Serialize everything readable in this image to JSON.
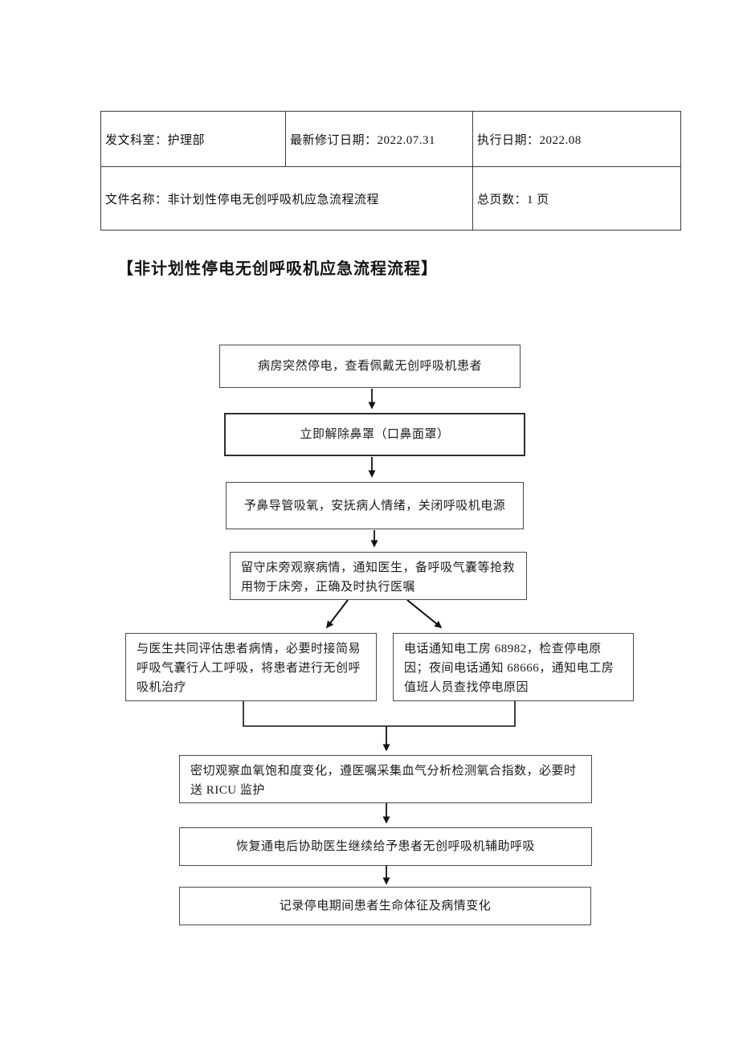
{
  "header_table": {
    "issuing_dept": "发文科室：护理部",
    "revision_date": "最新修订日期：2022.07.31",
    "execution_date": "执行日期：2022.08",
    "file_name": "文件名称：非计划性停电无创呼吸机应急流程流程",
    "total_pages": "总页数：1 页"
  },
  "title": "【非计划性停电无创呼吸机应急流程流程】",
  "flowchart": {
    "boxes": [
      {
        "id": "step-1",
        "text": "病房突然停电，查看佩戴无创呼吸机患者"
      },
      {
        "id": "step-2",
        "text": "立即解除鼻罩（口鼻面罩）"
      },
      {
        "id": "step-3",
        "text": "予鼻导管吸氧，安抚病人情绪，关闭呼吸机电源"
      },
      {
        "id": "step-4",
        "text": "留守床旁观察病情，通知医生，备呼吸气囊等抢救用物于床旁，正确及时执行医嘱"
      },
      {
        "id": "step-5a",
        "text": "与医生共同评估患者病情，必要时接简易呼吸气囊行人工呼吸，将患者进行无创呼吸机治疗"
      },
      {
        "id": "step-5b",
        "text": "电话通知电工房 68982，检查停电原因；夜间电话通知 68666，通知电工房值班人员查找停电原因"
      },
      {
        "id": "step-6",
        "text": "密切观察血氧饱和度变化，遵医嘱采集血气分析检测氧合指数，必要时送 RICU 监护"
      },
      {
        "id": "step-7",
        "text": "恢复通电后协助医生继续给予患者无创呼吸机辅助呼吸"
      },
      {
        "id": "step-8",
        "text": "记录停电期间患者生命体征及病情变化"
      }
    ],
    "phone_day": "68982",
    "phone_night": "68666"
  },
  "colors": {
    "page_bg": "#ffffff",
    "text": "#1c1c1c",
    "table_border": "#3c3c3c",
    "box_border": "#4a4a4a",
    "arrow": "#111111"
  }
}
